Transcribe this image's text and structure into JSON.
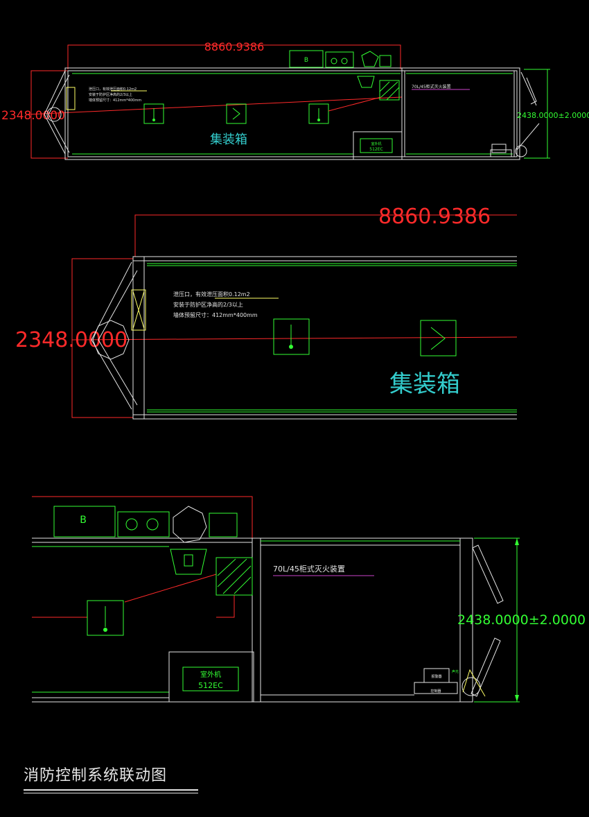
{
  "colors": {
    "background": "#000000",
    "dimension_red": "#ff2a2a",
    "equipment_green": "#33ff33",
    "wall_white": "#e6e6e6",
    "label_yellow": "#ffff66",
    "title_cyan": "#33cccc",
    "leader_magenta": "#cc44cc"
  },
  "icons": [
    "fan-icon",
    "extinguisher-icon",
    "smoke-detector-icon",
    "heat-detector-icon",
    "suppression-device-icon",
    "ac-unit-icon"
  ],
  "top_view": {
    "length_dimension": "8860.9386",
    "width_dimension": "2348.0000",
    "side_dimension": "2438.0000±2.0000",
    "container_label": "集装箱",
    "box_label": "B",
    "suppression_label": "70L/45柜式灭火装置",
    "outdoor_unit_label": "室外机",
    "outdoor_unit_model": "512EC",
    "note_lines": [
      "泄压口，有效泄压面积0.12m2",
      "安装于防护区净高的2/3以上",
      "墙体预留尺寸：412mm*400mm"
    ]
  },
  "middle_view": {
    "length_dimension": "8860.9386",
    "width_dimension": "2348.0000",
    "container_label": "集装箱",
    "note_lines": [
      "泄压口，有效泄压面积0.12m2",
      "安装于防护区净高的2/3以上",
      "墙体预留尺寸：412mm*400mm"
    ]
  },
  "bottom_view": {
    "box_label": "B",
    "suppression_label": "70L/45柜式灭火装置",
    "outdoor_unit_label": "室外机",
    "outdoor_unit_model": "512EC",
    "side_dimension": "2438.0000±2.0000",
    "panel_label_1": "报警器",
    "panel_label_2": "控制器",
    "panel_label_3": "声光"
  },
  "caption": "消防控制系统联动图"
}
